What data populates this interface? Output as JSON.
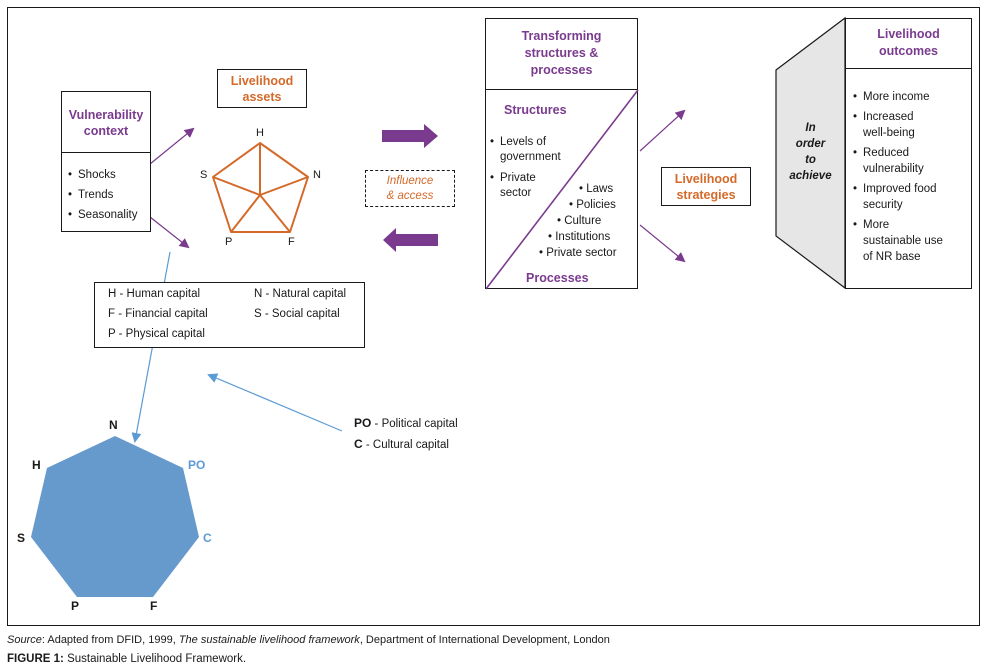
{
  "vulnerability": {
    "title_line1": "Vulnerability",
    "title_line2": "context",
    "items": [
      "Shocks",
      "Trends",
      "Seasonality"
    ]
  },
  "assets": {
    "title_line1": "Livelihood",
    "title_line2": "assets",
    "pentagon_labels": {
      "top": "H",
      "right": "N",
      "bottom_right": "F",
      "bottom_left": "P",
      "left": "S"
    }
  },
  "influence": {
    "line1": "Influence",
    "line2": "& access"
  },
  "transforming": {
    "title_line1": "Transforming",
    "title_line2": "structures &",
    "title_line3": "processes",
    "structures_heading": "Structures",
    "structures_items": [
      {
        "line1": "Levels of",
        "line2": "government"
      },
      {
        "line1": "Private",
        "line2": "sector"
      }
    ],
    "processes_items": [
      "Laws",
      "Policies",
      "Culture",
      "Institutions",
      "Private sector"
    ],
    "processes_heading": "Processes"
  },
  "strategies": {
    "title_line1": "Livelihood",
    "title_line2": "strategies"
  },
  "achieve": {
    "line1": "In",
    "line2": "order",
    "line3": "to",
    "line4": "achieve"
  },
  "outcomes": {
    "title_line1": "Livelihood",
    "title_line2": "outcomes",
    "items": [
      {
        "line1": "More income",
        "line2": ""
      },
      {
        "line1": "Increased",
        "line2": "well-being"
      },
      {
        "line1": "Reduced",
        "line2": "vulnerability"
      },
      {
        "line1": "Improved food",
        "line2": "security"
      },
      {
        "line1": "More",
        "line2": "sustainable use",
        "line3": "of NR base"
      }
    ]
  },
  "legend": {
    "h": "H - Human capital",
    "n": "N - Natural capital",
    "f": "F - Financial capital",
    "s": "S - Social capital",
    "p": "P - Physical capital"
  },
  "extra_capitals": {
    "po_code": "PO",
    "po_text": " - Political capital",
    "c_code": "C",
    "c_text": " - Cultural capital"
  },
  "heptagon_labels": {
    "n": "N",
    "h": "H",
    "po": "PO",
    "s": "S",
    "c": "C",
    "p": "P",
    "f": "F"
  },
  "colors": {
    "purple": "#7a3b8e",
    "orange": "#d46a2a",
    "blue_fill": "#6699cc",
    "blue_line": "#5b9bd5",
    "trapezoid_fill": "#e6e6e6"
  },
  "caption": {
    "source_label": "Source",
    "source_pre": ": Adapted from DFID, 1999, ",
    "source_title": "The sustainable livelihood framework",
    "source_post": ", Department of International Development, London",
    "figure_label": "FIGURE 1:",
    "figure_text": " Sustainable Livelihood Framework."
  }
}
